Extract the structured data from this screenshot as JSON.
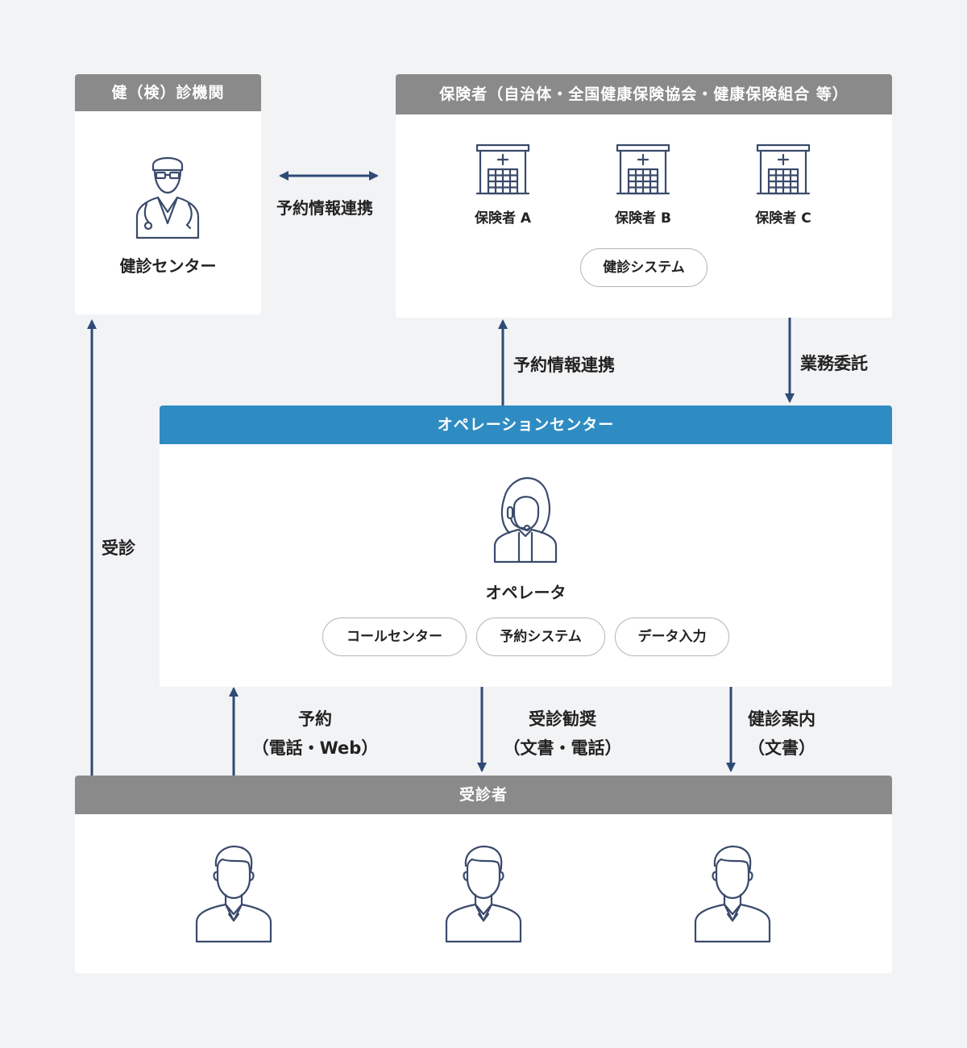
{
  "clinic": {
    "header": "健（検）診機関",
    "icon": "doctor-icon",
    "name": "健診センター"
  },
  "insurers": {
    "header": "保険者（自治体・全国健康保険協会・健康保険組合 等）",
    "icon": "hospital-building-icon",
    "items": [
      "保険者 A",
      "保険者 B",
      "保険者 C"
    ],
    "system": "健診システム"
  },
  "operation_center": {
    "header": "オペレーションセンター",
    "icon": "operator-headset-icon",
    "role": "オペレータ",
    "pills": [
      "コールセンター",
      "予約システム",
      "データ入力"
    ]
  },
  "examinees": {
    "header": "受診者",
    "icon": "person-icon",
    "count": 3
  },
  "connections": {
    "clinic_insurer": "予約情報連携",
    "operation_to_insurer": "予約情報連携",
    "insurer_to_operation": "業務委託",
    "examinee_to_clinic": "受診",
    "reservation": [
      "予約",
      "（電話・Web）"
    ],
    "recommendation": [
      "受診勧奨",
      "（文書・電話）"
    ],
    "guidance": [
      "健診案内",
      "（文書）"
    ]
  },
  "colors": {
    "background": "#f2f3f5",
    "gray_header": "#8a8a8a",
    "blue_header": "#2f8cc3",
    "arrow": "#2e4a76",
    "icon_stroke": "#3a4a6b"
  }
}
